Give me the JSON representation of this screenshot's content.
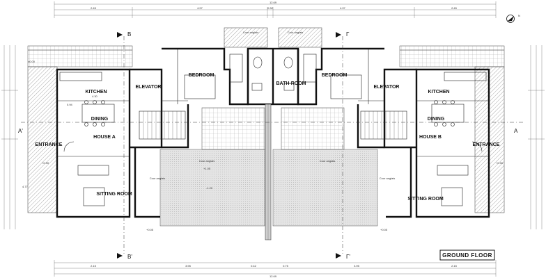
{
  "title": "GROUND FLOOR",
  "rooms": {
    "kitchen": "KITCHEN",
    "dining": "DINING",
    "house_a": "HOUSE A",
    "house_b": "HOUSE B",
    "entrance": "ENTRANCE",
    "sitting_room": "SITTING ROOM",
    "elevator": "ELEVATOR",
    "bedroom": "BEDROOM",
    "bathroom": "BATH-ROOM"
  },
  "sections": {
    "b": "B",
    "b_prime": "B'",
    "gamma": "Γ",
    "gamma_prime": "Γ'",
    "a": "A",
    "a_prime": "A'"
  },
  "dimensions": {
    "overall_top": "12.69",
    "overall_bottom": "12.69",
    "seg_top": [
      "2.45",
      "4.97",
      "0.32",
      "4.97",
      "2.45"
    ],
    "seg_bottom": [
      "2.15",
      "3.95",
      "0.42",
      "0.75",
      "3.95",
      "2.15"
    ],
    "sitting_room_dim": "4.77",
    "kitchen_dim": "4.30",
    "dining_dim": "0.94",
    "levels": [
      "+0.90",
      "+0.05",
      "±0.00",
      "-1.20",
      "+1.05"
    ]
  },
  "annotations": {
    "court": "Cour anglais",
    "north": "N"
  }
}
